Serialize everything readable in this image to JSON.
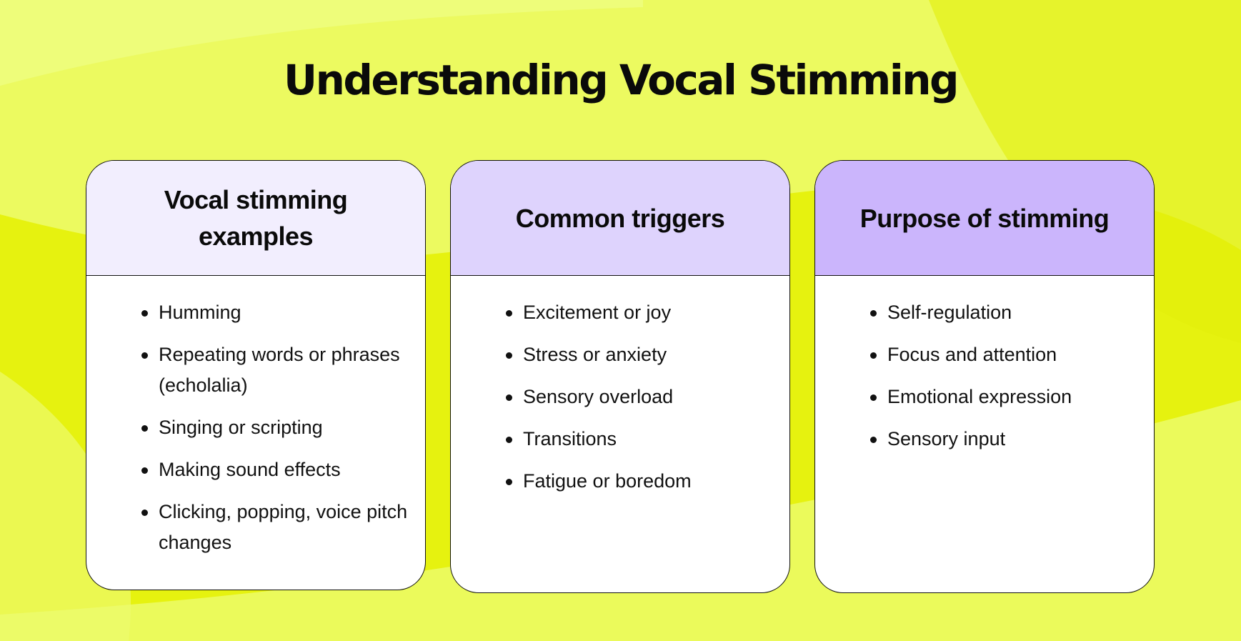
{
  "page": {
    "title": "Understanding Vocal Stimming",
    "colors": {
      "background": "#e6f20f",
      "background_light": "#ecfb6e",
      "card_body": "#ffffff",
      "border": "#111111"
    }
  },
  "cards": [
    {
      "title": "Vocal stimming examples",
      "header_color": "#f2eefe",
      "items": [
        "Humming",
        "Repeating words or phrases (echolalia)",
        "Singing or scripting",
        "Making sound effects",
        "Clicking, popping, voice pitch changes"
      ]
    },
    {
      "title": "Common triggers",
      "header_color": "#ded3fd",
      "items": [
        "Excitement or joy",
        "Stress or anxiety",
        "Sensory overload",
        "Transitions",
        "Fatigue or boredom"
      ]
    },
    {
      "title": "Purpose of stimming",
      "header_color": "#cbb5fc",
      "items": [
        "Self-regulation",
        "Focus and attention",
        "Emotional expression",
        "Sensory input"
      ]
    }
  ]
}
